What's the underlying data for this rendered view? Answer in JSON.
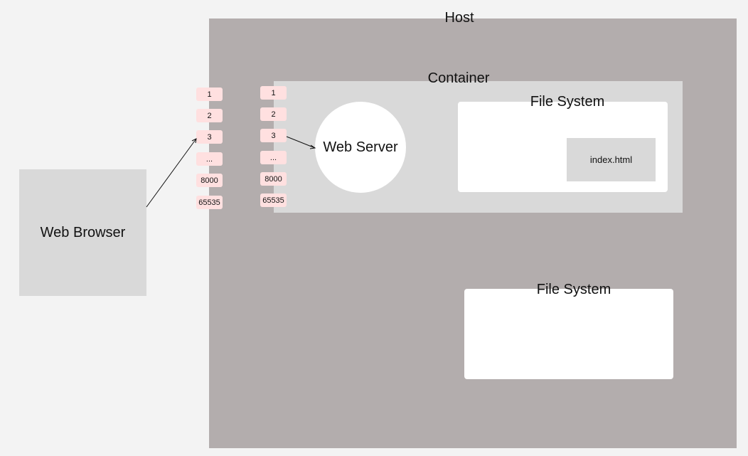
{
  "host": {
    "label": "Host"
  },
  "browser": {
    "label": "Web Browser"
  },
  "container": {
    "label": "Container"
  },
  "web_server": {
    "label": "Web Server"
  },
  "container_fs": {
    "label": "File System",
    "file": "index.html"
  },
  "host_fs": {
    "label": "File System"
  },
  "host_ports": [
    "1",
    "2",
    "3",
    "...",
    "8000",
    "65535"
  ],
  "container_ports": [
    "1",
    "2",
    "3",
    "...",
    "8000",
    "65535"
  ],
  "connections": [
    {
      "from": "browser",
      "to": "host-port-3"
    },
    {
      "from": "container-port-3",
      "to": "web-server"
    }
  ]
}
